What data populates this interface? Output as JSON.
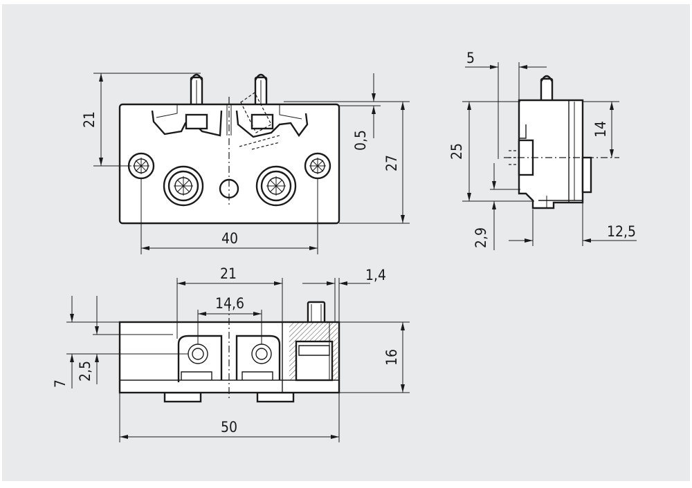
{
  "colors": {
    "background": "#e8eaec",
    "line": "#1a1a1a",
    "part": "#ffffff"
  },
  "dimensions": {
    "front_height": "21",
    "front_total_height": "27",
    "front_offset": "0,5",
    "front_hole_spacing": "40",
    "side_top": "5",
    "side_height": "25",
    "side_upper": "14",
    "side_bottom": "2,9",
    "side_width": "12,5",
    "bottom_spacing_outer": "21",
    "bottom_spacing_inner": "14,6",
    "bottom_offset": "1,4",
    "bottom_left_small": "2,5",
    "bottom_left_large": "7",
    "bottom_height": "16",
    "bottom_length": "50"
  }
}
